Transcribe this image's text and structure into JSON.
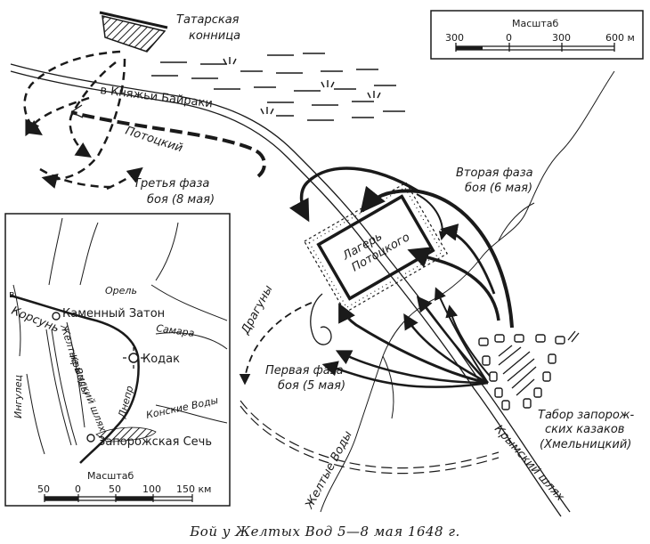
{
  "caption": "Бой у Желтых Вод 5—8 мая 1648 г.",
  "labels": {
    "tatar_cavalry": [
      "Татарская",
      "конница"
    ],
    "knyazhi_bayraki": "в Княжьи Байраки",
    "pototsky": "Потоцкий",
    "third_phase": [
      "Третья фаза",
      "боя (8 мая)"
    ],
    "second_phase": [
      "Вторая фаза",
      "боя (6 мая)"
    ],
    "first_phase": [
      "Первая фаза",
      "боя (5 мая)"
    ],
    "camp": [
      "Лагерь",
      "Потоцкого"
    ],
    "dragoons": "Драгуны",
    "tabor": [
      "Табор запорож-",
      "ских казаков",
      "(Хмельницкий)"
    ],
    "zheltye_vody": "Желтые Воды",
    "krymsky_shlyakh": "Крымский шлях"
  },
  "scale_main": {
    "title": "Масштаб",
    "ticks": [
      "300",
      "0",
      "300",
      "600 м"
    ]
  },
  "inset": {
    "labels": {
      "korsun": "Корсунь",
      "kamenny_zaton": "Каменный Затон",
      "orel": "Орель",
      "samara": "Самара",
      "kodak": "Кодак",
      "dnepr": "Днепр",
      "konskie_vody": "Конские Воды",
      "zaporozhskaya_sech": "Запорожская Сечь",
      "ingulets": "Ингулец",
      "krymsky_shlyakh": "Крымский шлях",
      "zheltye_vody": "Желтые Воды",
      "v": "в"
    },
    "scale": {
      "title": "Масштаб",
      "ticks": [
        "50",
        "0",
        "50",
        "100",
        "150 км"
      ]
    }
  }
}
